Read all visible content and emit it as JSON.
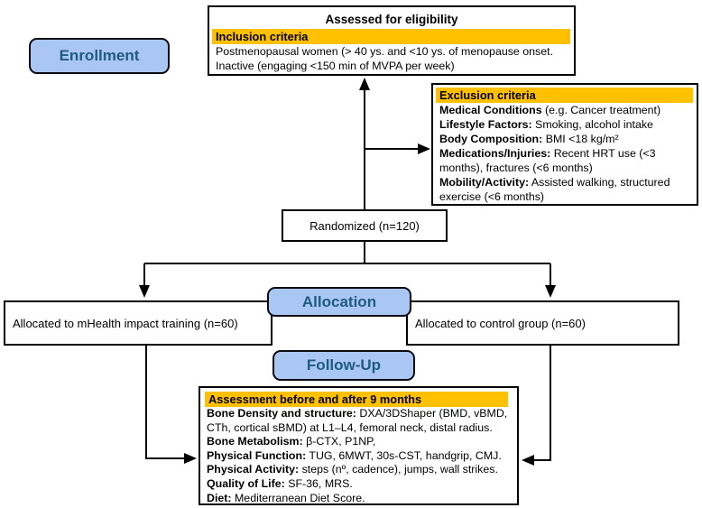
{
  "diagram": {
    "eligibility_box": {
      "title": "Assessed for eligibility",
      "highlight": "Inclusion criteria",
      "lines": [
        "Postmenopausal women (> 40 ys. and <10 ys. of menopause onset.",
        "Inactive (engaging <150 min of MVPA per week)"
      ]
    },
    "stages": {
      "enrollment": "Enrollment",
      "allocation": "Allocation",
      "followup": "Follow-Up"
    },
    "exclusion_box": {
      "highlight": "Exclusion criteria",
      "items": [
        {
          "label": "Medical Conditions",
          "text": " (e.g. Cancer treatment)"
        },
        {
          "label": "Lifestyle Factors:",
          "text": " Smoking, alcohol intake"
        },
        {
          "label": "Body Composition:",
          "text": " BMI <18 kg/m²"
        },
        {
          "label": "Medications/Injuries:",
          "text": " Recent HRT use (<3 months), fractures (<6 months)"
        },
        {
          "label": "Mobility/Activity:",
          "text": " Assisted walking, structured exercise (<6 months)"
        }
      ]
    },
    "randomized_label": "Randomized (n=120)",
    "allocated_left_label": "Allocated to mHealth impact training (n=60)",
    "allocated_right_label": "Allocated to control group (n=60)",
    "assessment_box": {
      "highlight": "Assessment before and after 9 months",
      "items": [
        {
          "label": "Bone Density and structure:",
          "text": " DXA/3DShaper (BMD, vBMD, CTh, cortical sBMD) at L1–L4, femoral neck, distal radius."
        },
        {
          "label": "Bone Metabolism:",
          "text": " β-CTX, P1NP,"
        },
        {
          "label": "Physical Function:",
          "text": " TUG, 6MWT, 30s-CST, handgrip, CMJ."
        },
        {
          "label": "Physical Activity:",
          "text": " steps (nº, cadence), jumps, wall strikes."
        },
        {
          "label": "Quality of Life:",
          "text": " SF-36, MRS."
        },
        {
          "label": "Diet:",
          "text": " Mediterranean Diet Score."
        }
      ]
    },
    "colors": {
      "highlight": "#FFC000",
      "stage_fill": "#AAC6F2",
      "stage_text": "#1F5C7D",
      "line": "#000000"
    }
  }
}
